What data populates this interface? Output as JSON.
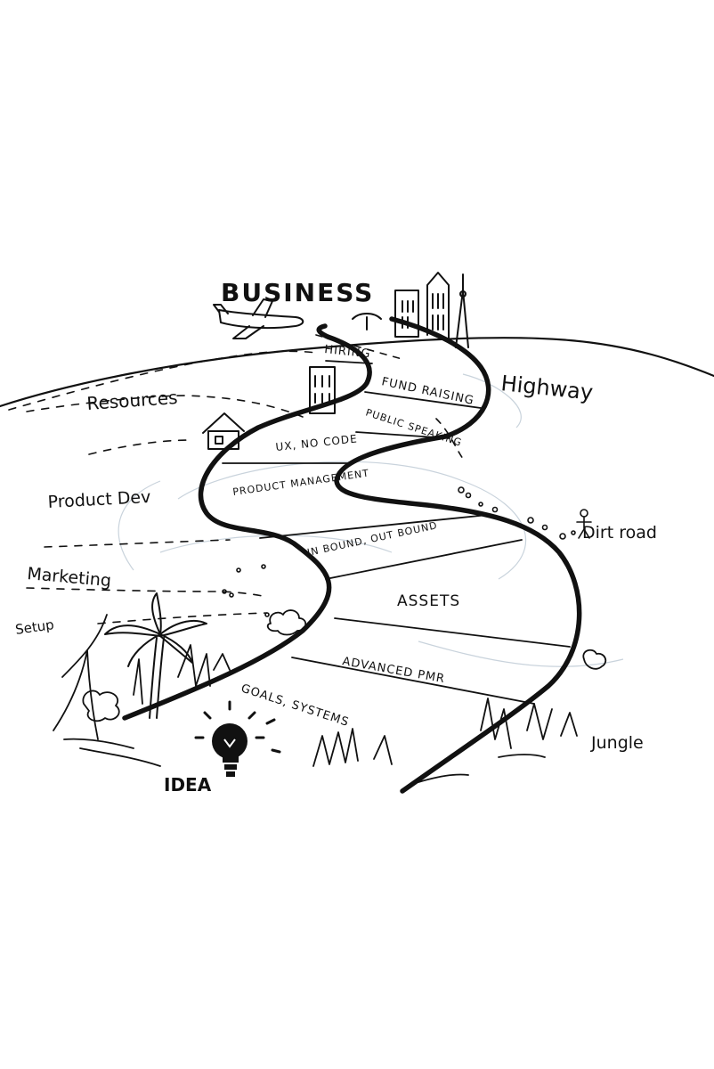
{
  "title": "BUSINESS",
  "start_label": "IDEA",
  "terrain_labels": {
    "highway": "Highway",
    "resources": "Resources",
    "product_dev": "Product Dev",
    "marketing": "Marketing",
    "setup": "Setup",
    "dirt_road": "Dirt road",
    "jungle": "Jungle"
  },
  "road_stages": [
    "HIRING",
    "FUND RAISING",
    "PUBLIC SPEAKING",
    "UX, NO CODE",
    "PRODUCT MANAGEMENT",
    "IN BOUND, OUT BOUND",
    "ASSETS",
    "ADVANCED PMR",
    "GOALS, SYSTEMS"
  ],
  "colors": {
    "ink": "#111111",
    "faint": "#c9d3dc",
    "background": "#ffffff"
  }
}
